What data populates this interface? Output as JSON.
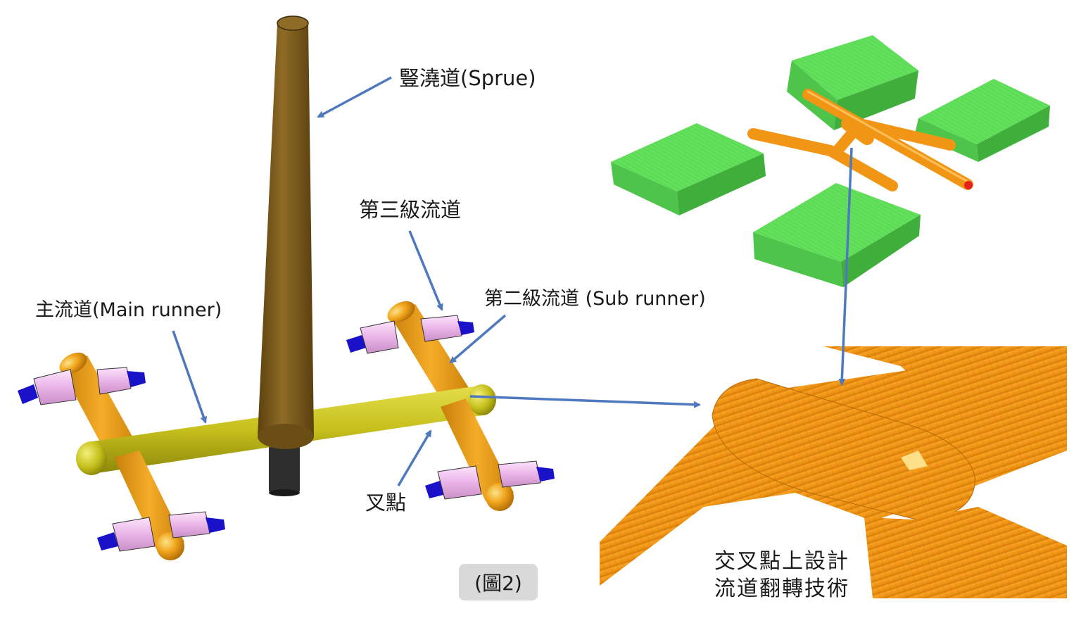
{
  "labels": {
    "sprue": "豎澆道(Sprue)",
    "third_runner": "第三級流道",
    "sub_runner": "第二級流道 (Sub runner)",
    "main_runner": "主流道(Main runner)",
    "cross_point": "叉點",
    "flip_line1": "交叉點上設計",
    "flip_line2": "流道翻轉技術"
  },
  "caption": "(圖2)",
  "colors": {
    "sprue": "#7a5a1c",
    "main_runner": "#c8c21e",
    "sub_runner": "#f0a31c",
    "gate": "#f0b8ee",
    "nozzle": "#1a12c8",
    "cavity": "#5ee05a",
    "mesh_runner": "#f39a1a",
    "arrow": "#4f79be",
    "base": "#333333"
  }
}
